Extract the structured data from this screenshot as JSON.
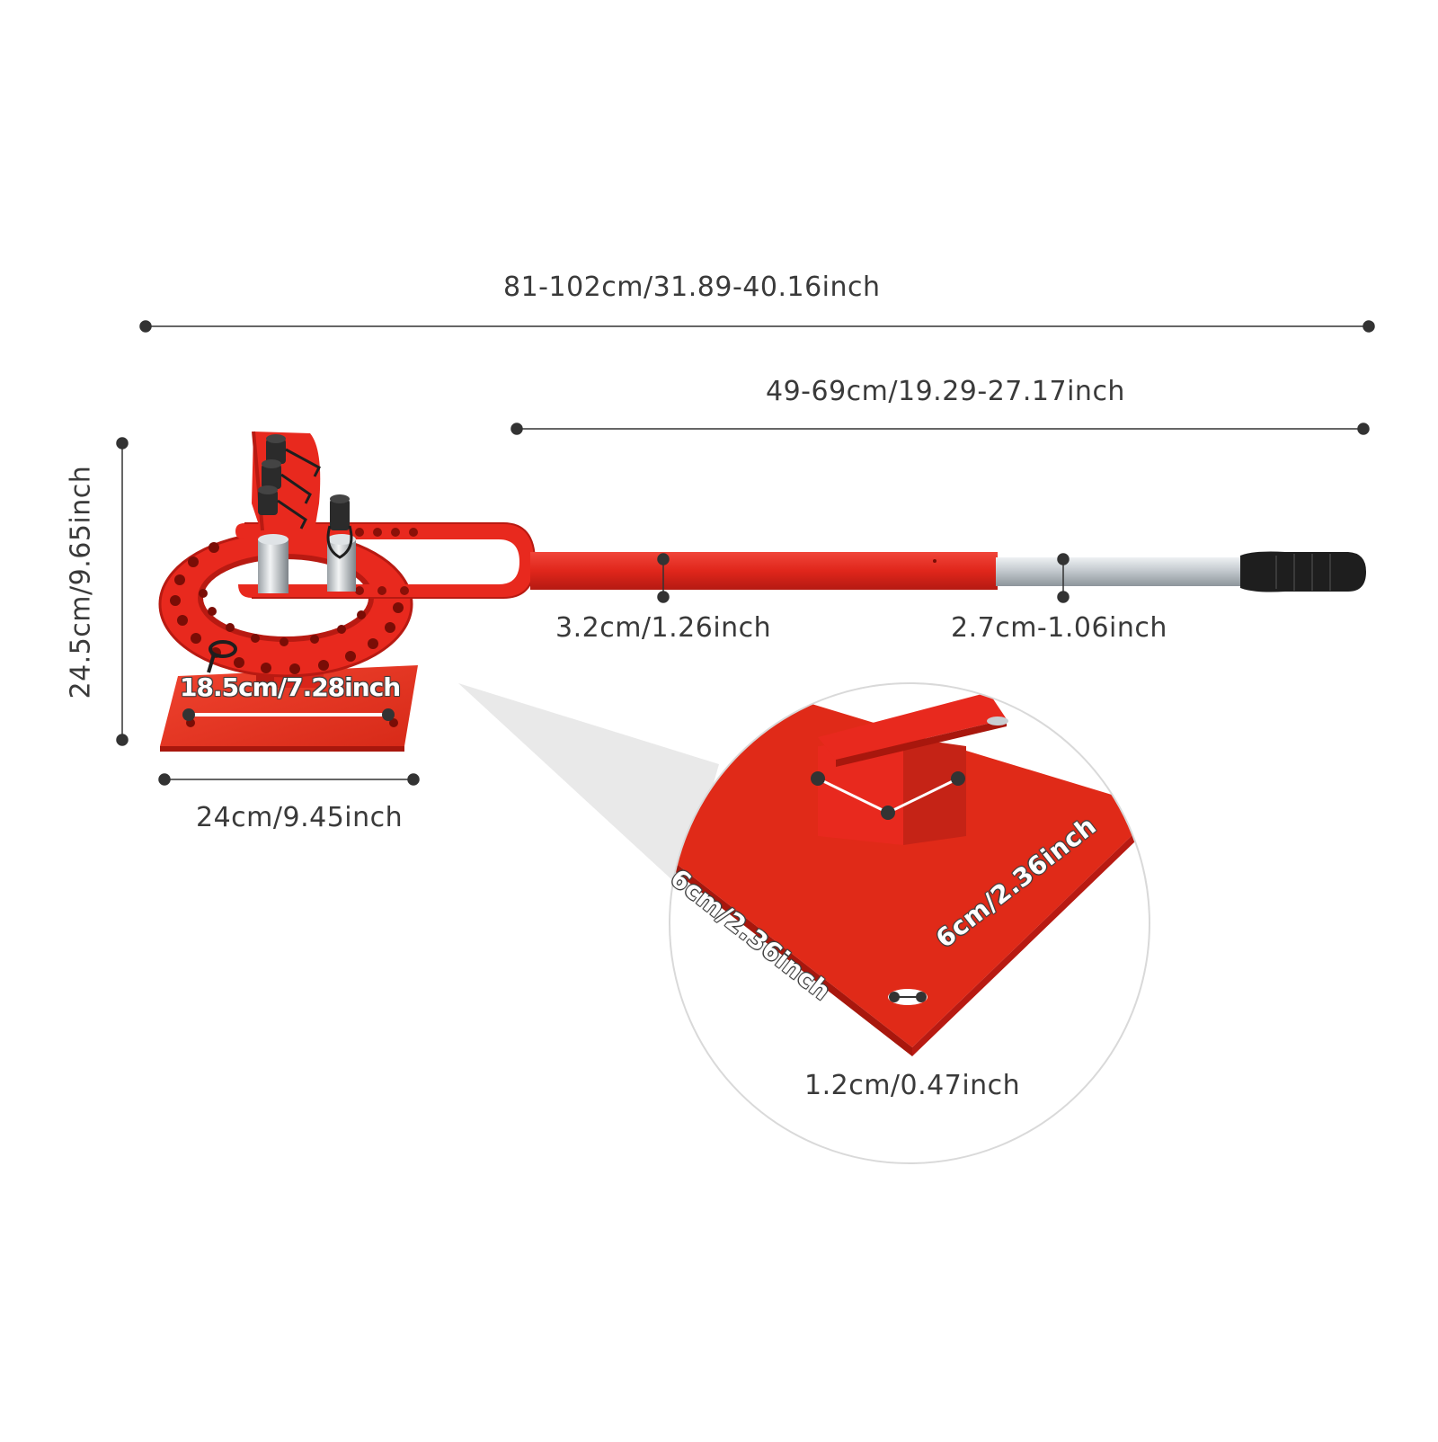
{
  "colors": {
    "frame_red": "#e8291e",
    "dark_red": "#b81a12",
    "handle_silver": "#c9ced2",
    "grip_black": "#1e1e1e",
    "dimension_line": "#333333",
    "label_text": "#3a3a3a",
    "callout_circle": "#d9d9d9"
  },
  "dimensions": {
    "overall_length": "81-102cm/31.89-40.16inch",
    "handle_length": "49-69cm/19.29-27.17inch",
    "height": "24.5cm/9.65inch",
    "base_hole_spacing": "18.5cm/7.28inch",
    "base_width": "24cm/9.45inch",
    "tube_diameter_red": "3.2cm/1.26inch",
    "tube_diameter_silver": "2.7cm-1.06inch",
    "post_side_a": "6cm/2.36inch",
    "post_side_b": "6cm/2.36inch",
    "plate_thickness": "1.2cm/0.47inch"
  }
}
